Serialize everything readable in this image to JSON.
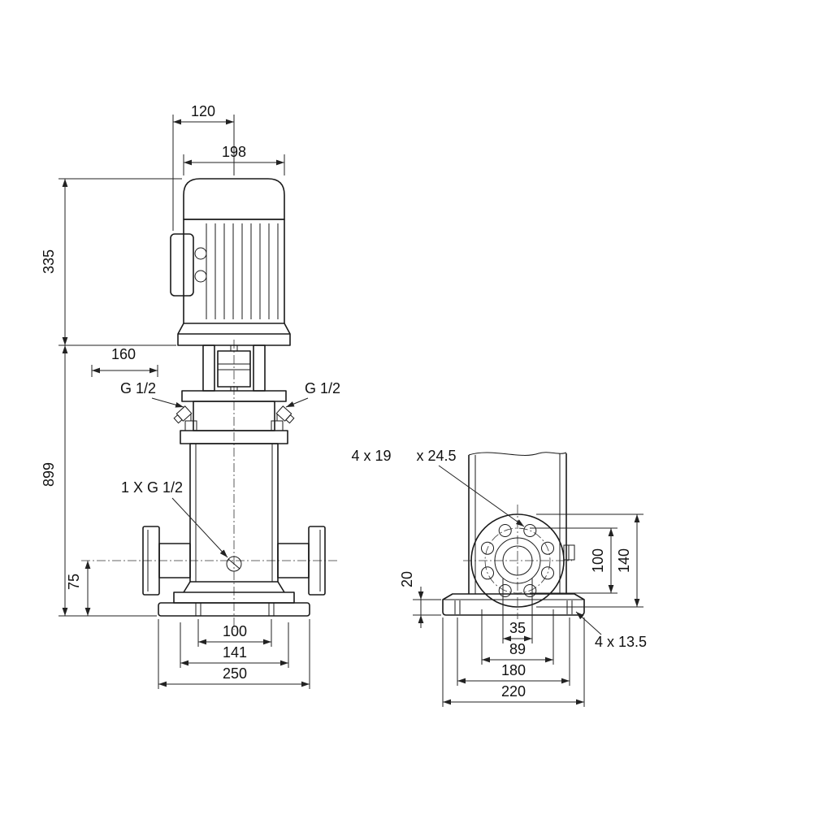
{
  "drawing": {
    "line_color": "#1a1a1a",
    "background": "#ffffff",
    "front": {
      "dim_120": "120",
      "dim_198": "198",
      "dim_335": "335",
      "dim_160": "160",
      "dim_899": "899",
      "dim_75": "75",
      "plug_left": "G 1/2",
      "plug_right": "G 1/2",
      "drain": "1 X G 1/2",
      "dim_100": "100",
      "dim_141": "141",
      "dim_250": "250"
    },
    "side": {
      "holes": "4 x 19",
      "cbore": "x 24.5",
      "dim_20": "20",
      "dim_100": "100",
      "dim_140": "140",
      "dim_35": "35",
      "dim_89": "89",
      "dim_180": "180",
      "dim_220": "220",
      "base_holes": "4 x 13.5"
    }
  }
}
